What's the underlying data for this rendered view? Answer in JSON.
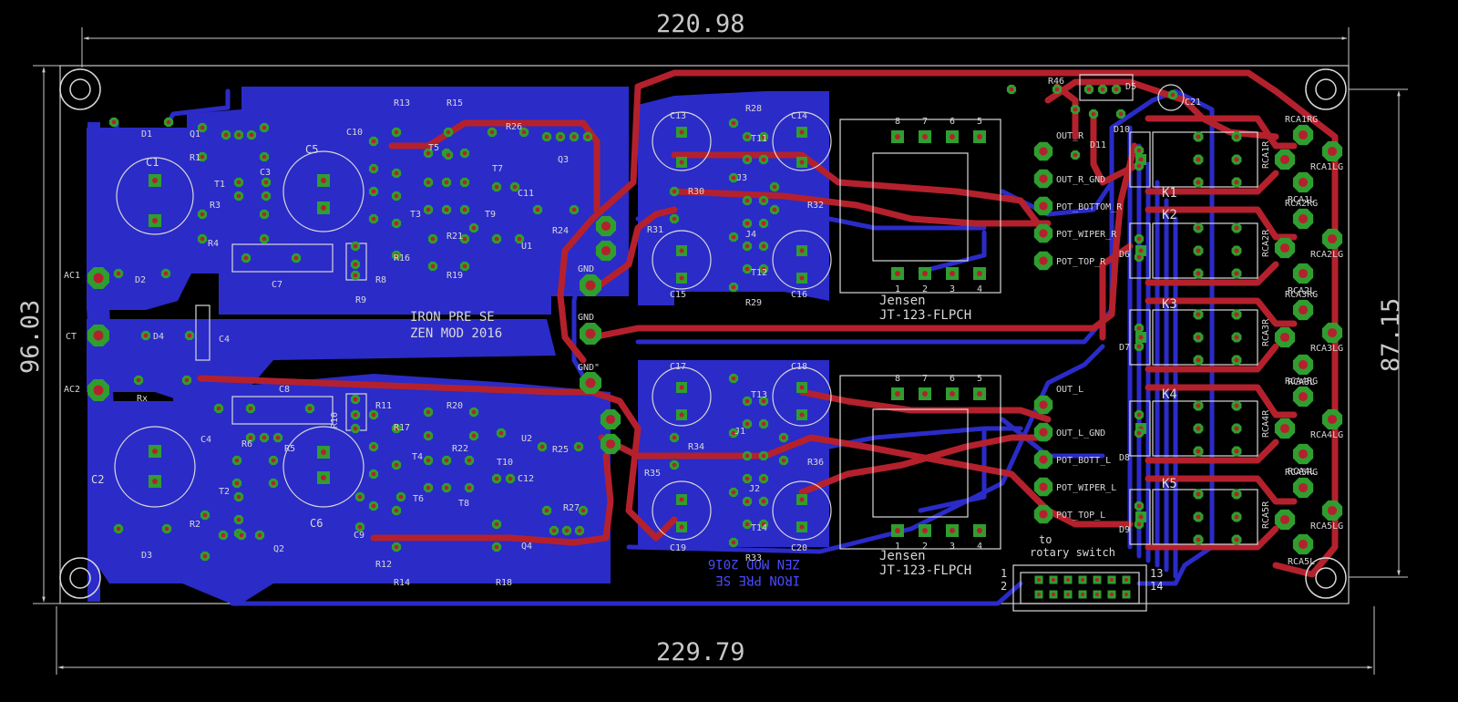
{
  "dimensions": {
    "top_width": "220.98",
    "bottom_width": "229.79",
    "left_height": "96.03",
    "right_height": "87.15"
  },
  "board_title": {
    "line1": "IRON PRE SE",
    "line2": "ZEN MOD 2016"
  },
  "bottom_title": {
    "line1": "IRON PRE SE",
    "line2": "ZEN MOD 2016"
  },
  "transformers": [
    {
      "brand": "Jensen",
      "model": "JT-123-FLPCH"
    },
    {
      "brand": "Jensen",
      "model": "JT-123-FLPCH"
    }
  ],
  "connector_caption": "to\nrotary switch",
  "connector_pins": {
    "p1": "1",
    "p2": "2",
    "p13": "13",
    "p14": "14"
  },
  "pad_labels": {
    "ac1": "AC1",
    "ct": "CT",
    "ac2": "AC2",
    "gnd1": "GND",
    "gnd2": "GND",
    "gnd3": "GND\"",
    "out_r": "OUT_R",
    "out_r_gnd": "OUT_R_GND",
    "pot_bottom_r": "POT_BOTTOM_R",
    "pot_wiper_r": "POT_WIPER_R",
    "pot_top_r": "POT_TOP_R",
    "out_l": "OUT_L",
    "out_l_gnd": "OUT_L_GND",
    "pot_bott_l": "POT_BOTT_L",
    "pot_wiper_l": "POT_WIPER_L",
    "pot_top_l": "POT_TOP_L"
  },
  "rca_labels": [
    "RCA1RG",
    "RCA1LG",
    "RCA1R",
    "RCA1L",
    "RCA2RG",
    "RCA2LG",
    "RCA2R",
    "RCA2L",
    "RCA3RG",
    "RCA3LG",
    "RCA3R",
    "RCA3L",
    "RCA4RG",
    "RCA4LG",
    "RCA4R",
    "RCA4L",
    "RCA5RG",
    "RCA5LG",
    "RCA5R",
    "RCA5L"
  ],
  "relays": [
    "K1",
    "K2",
    "K3",
    "K4",
    "K5"
  ],
  "components": {
    "c1": "C1",
    "c2": "C2",
    "c5": "C5",
    "c6": "C6",
    "c3": "C3",
    "c4a": "C4",
    "c4b": "C4",
    "c7": "C7",
    "c8": "C8",
    "c9": "C9",
    "c10": "C10",
    "c11": "C11",
    "c12": "C12",
    "c13": "C13",
    "c14": "C14",
    "c15": "C15",
    "c16": "C16",
    "c17": "C17",
    "c18": "C18",
    "c19": "C19",
    "c20": "C20",
    "c21": "C21",
    "d1": "D1",
    "d2": "D2",
    "d3": "D3",
    "d4": "D4",
    "d5": "D5",
    "d6": "D6",
    "d7": "D7",
    "d8": "D8",
    "d9": "D9",
    "d10": "D10",
    "d11": "D11",
    "r1": "R1",
    "r2": "R2",
    "r3": "R3",
    "r4": "R4",
    "r5": "R5",
    "r6": "R6",
    "r8": "R8",
    "r9": "R9",
    "r10": "R10",
    "r11": "R11",
    "r12": "R12",
    "r13": "R13",
    "r14": "R14",
    "r15": "R15",
    "r16": "R16",
    "r17": "R17",
    "r18": "R18",
    "r19": "R19",
    "r20": "R20",
    "r21": "R21",
    "r22": "R22",
    "r24": "R24",
    "r25": "R25",
    "r26": "R26",
    "r27": "R27",
    "r28": "R28",
    "r29": "R29",
    "r30": "R30",
    "r31": "R31",
    "r32": "R32",
    "r33": "R33",
    "r34": "R34",
    "r35": "R35",
    "r36": "R36",
    "r46": "R46",
    "rx": "Rx",
    "t1": "T1",
    "t2": "T2",
    "t3": "T3",
    "t4": "T4",
    "t5": "T5",
    "t6": "T6",
    "t7": "T7",
    "t8": "T8",
    "t9": "T9",
    "t10": "T10",
    "t11": "T11",
    "t12": "T12",
    "t13": "T13",
    "t14": "T14",
    "j1": "J1",
    "j2": "J2",
    "j3": "J3",
    "j4": "J4",
    "q1": "Q1",
    "q2": "Q2",
    "q3": "Q3",
    "q4": "Q4",
    "u1": "U1",
    "u2": "U2"
  },
  "colors": {
    "background": "#000000",
    "top_copper": "#b4212d",
    "bottom_copper": "#2b2bc8",
    "pad": "#2f9e2f",
    "drill": "#b4212d",
    "silkscreen": "#d8d8d8",
    "outline": "#c8c8c8"
  }
}
